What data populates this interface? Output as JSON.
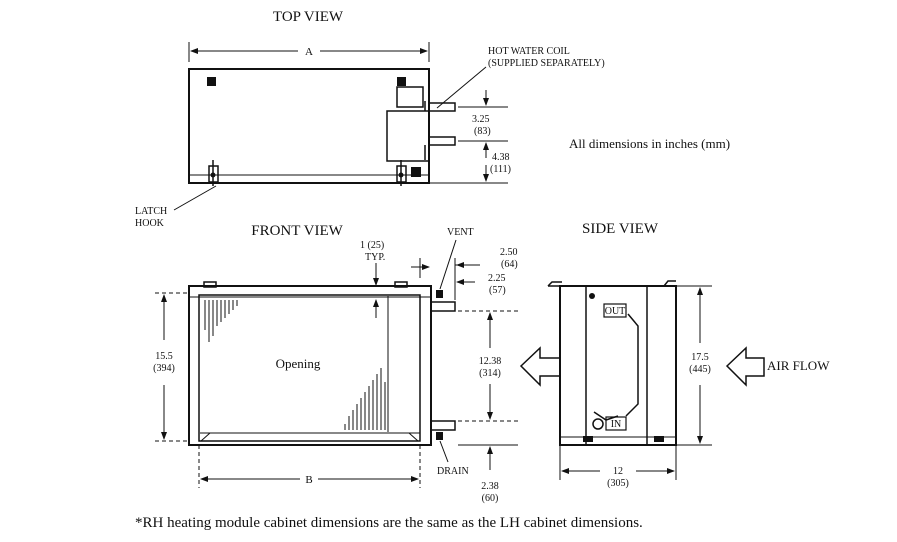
{
  "top_view": {
    "title": "TOP VIEW",
    "dim_a": "A",
    "coil_label_1": "HOT WATER COIL",
    "coil_label_2": "(SUPPLIED SEPARATELY)",
    "dim_1": "3.25",
    "dim_1_mm": "(83)",
    "dim_2": "4.38",
    "dim_2_mm": "(111)",
    "latch_1": "LATCH",
    "latch_2": "HOOK"
  },
  "note_units": "All dimensions in inches (mm)",
  "front_view": {
    "title": "FRONT VIEW",
    "typ_1": "1 (25)",
    "typ_2": "TYP.",
    "vent": "VENT",
    "d_250": "2.50",
    "d_250_mm": "(64)",
    "d_225": "2.25",
    "d_225_mm": "(57)",
    "height": "15.5",
    "height_mm": "(394)",
    "opening": "Opening",
    "d_1238": "12.38",
    "d_1238_mm": "(314)",
    "dim_b": "B",
    "drain": "DRAIN",
    "d_238": "2.38",
    "d_238_mm": "(60)"
  },
  "side_view": {
    "title": "SIDE VIEW",
    "out": "OUT",
    "in": "IN",
    "height": "17.5",
    "height_mm": "(445)",
    "air_flow": "AIR FLOW",
    "width": "12",
    "width_mm": "(305)"
  },
  "footnote": "*RH heating module cabinet dimensions are the same as the LH cabinet dimensions."
}
